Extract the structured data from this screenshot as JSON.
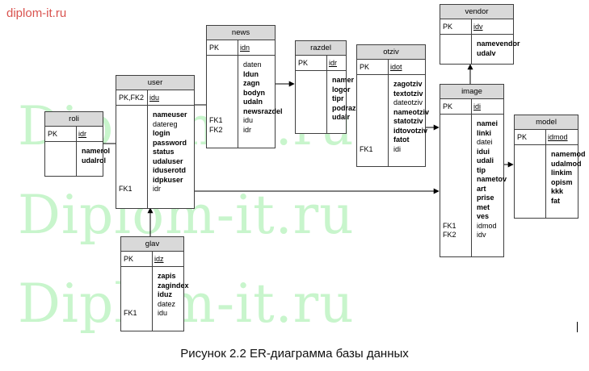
{
  "watermark": {
    "logo": "diplom-it.ru",
    "lines": [
      "Diplom-it.ru",
      "Diplom-it.ru",
      "Diplom-it.ru"
    ]
  },
  "caption": "Рисунок 2.2 ER-диаграмма базы данных",
  "colors": {
    "header_fill": "#d9d9d9",
    "border": "#3f3f3f",
    "watermark_green": "#c8f5cc",
    "logo_red": "#d9534f"
  },
  "entities": [
    {
      "id": "vendor",
      "title": "vendor",
      "pk_label": "PK",
      "pk_field": "idv",
      "fields": [
        {
          "key": "",
          "name": "namevendor",
          "bold": true
        },
        {
          "key": "",
          "name": "udalv",
          "bold": true
        }
      ]
    },
    {
      "id": "news",
      "title": "news",
      "pk_label": "PK",
      "pk_field": "idn",
      "fields": [
        {
          "key": "",
          "name": "daten",
          "bold": false
        },
        {
          "key": "",
          "name": "ldun",
          "bold": true
        },
        {
          "key": "",
          "name": "zagn",
          "bold": true
        },
        {
          "key": "",
          "name": "bodyn",
          "bold": true
        },
        {
          "key": "",
          "name": "udaln",
          "bold": true
        },
        {
          "key": "",
          "name": "newsrazdel",
          "bold": true
        },
        {
          "key": "FK1",
          "name": "idu",
          "bold": false
        },
        {
          "key": "FK2",
          "name": "idr",
          "bold": false
        }
      ]
    },
    {
      "id": "razdel",
      "title": "razdel",
      "pk_label": "PK",
      "pk_field": "idr",
      "fields": [
        {
          "key": "",
          "name": "namer",
          "bold": true
        },
        {
          "key": "",
          "name": "logor",
          "bold": true
        },
        {
          "key": "",
          "name": "tipr",
          "bold": true
        },
        {
          "key": "",
          "name": "podraz",
          "bold": true
        },
        {
          "key": "",
          "name": "udalr",
          "bold": true
        }
      ]
    },
    {
      "id": "otziv",
      "title": "otziv",
      "pk_label": "PK",
      "pk_field": "idot",
      "fields": [
        {
          "key": "",
          "name": "zagotziv",
          "bold": true
        },
        {
          "key": "",
          "name": "textotziv",
          "bold": true
        },
        {
          "key": "",
          "name": "dateotziv",
          "bold": false
        },
        {
          "key": "",
          "name": "nameotziv",
          "bold": true
        },
        {
          "key": "",
          "name": "statotziv",
          "bold": true
        },
        {
          "key": "",
          "name": "idtovotziv",
          "bold": true
        },
        {
          "key": "",
          "name": "fatot",
          "bold": true
        },
        {
          "key": "FK1",
          "name": "idi",
          "bold": false
        }
      ]
    },
    {
      "id": "user",
      "title": "user",
      "pk_label": "PK,FK2",
      "pk_field": "idu",
      "fields": [
        {
          "key": "",
          "name": "nameuser",
          "bold": true
        },
        {
          "key": "",
          "name": "datereg",
          "bold": false
        },
        {
          "key": "",
          "name": "login",
          "bold": true
        },
        {
          "key": "",
          "name": "password",
          "bold": true
        },
        {
          "key": "",
          "name": "status",
          "bold": true
        },
        {
          "key": "",
          "name": "udaluser",
          "bold": true
        },
        {
          "key": "",
          "name": "iduserotd",
          "bold": true
        },
        {
          "key": "",
          "name": "idpkuser",
          "bold": true
        },
        {
          "key": "FK1",
          "name": "idr",
          "bold": false
        }
      ]
    },
    {
      "id": "roli",
      "title": "roli",
      "pk_label": "PK",
      "pk_field": "idr",
      "fields": [
        {
          "key": "",
          "name": "namerol",
          "bold": true
        },
        {
          "key": "",
          "name": "udalrol",
          "bold": true
        }
      ]
    },
    {
      "id": "image",
      "title": "image",
      "pk_label": "PK",
      "pk_field": "idi",
      "fields": [
        {
          "key": "",
          "name": "namei",
          "bold": true
        },
        {
          "key": "",
          "name": "linki",
          "bold": true
        },
        {
          "key": "",
          "name": "datei",
          "bold": false
        },
        {
          "key": "",
          "name": "idui",
          "bold": true
        },
        {
          "key": "",
          "name": "udali",
          "bold": true
        },
        {
          "key": "",
          "name": "tip",
          "bold": true
        },
        {
          "key": "",
          "name": "nametov",
          "bold": true
        },
        {
          "key": "",
          "name": "art",
          "bold": true
        },
        {
          "key": "",
          "name": "prise",
          "bold": true
        },
        {
          "key": "",
          "name": "met",
          "bold": true
        },
        {
          "key": "",
          "name": "ves",
          "bold": true
        },
        {
          "key": "FK1",
          "name": "idmod",
          "bold": false
        },
        {
          "key": "FK2",
          "name": "idv",
          "bold": false
        }
      ]
    },
    {
      "id": "model",
      "title": "model",
      "pk_label": "PK",
      "pk_field": "idmod",
      "fields": [
        {
          "key": "",
          "name": "namemod",
          "bold": true
        },
        {
          "key": "",
          "name": "udalmod",
          "bold": true
        },
        {
          "key": "",
          "name": "linkim",
          "bold": true
        },
        {
          "key": "",
          "name": "opism",
          "bold": true
        },
        {
          "key": "",
          "name": "kkk",
          "bold": true
        },
        {
          "key": "",
          "name": "fat",
          "bold": true
        }
      ]
    },
    {
      "id": "glav",
      "title": "glav",
      "pk_label": "PK",
      "pk_field": "idz",
      "fields": [
        {
          "key": "",
          "name": "zapis",
          "bold": true
        },
        {
          "key": "",
          "name": "zagindex",
          "bold": true
        },
        {
          "key": "",
          "name": "iduz",
          "bold": true
        },
        {
          "key": "",
          "name": "datez",
          "bold": false
        },
        {
          "key": "FK1",
          "name": "idu",
          "bold": false
        }
      ]
    }
  ]
}
